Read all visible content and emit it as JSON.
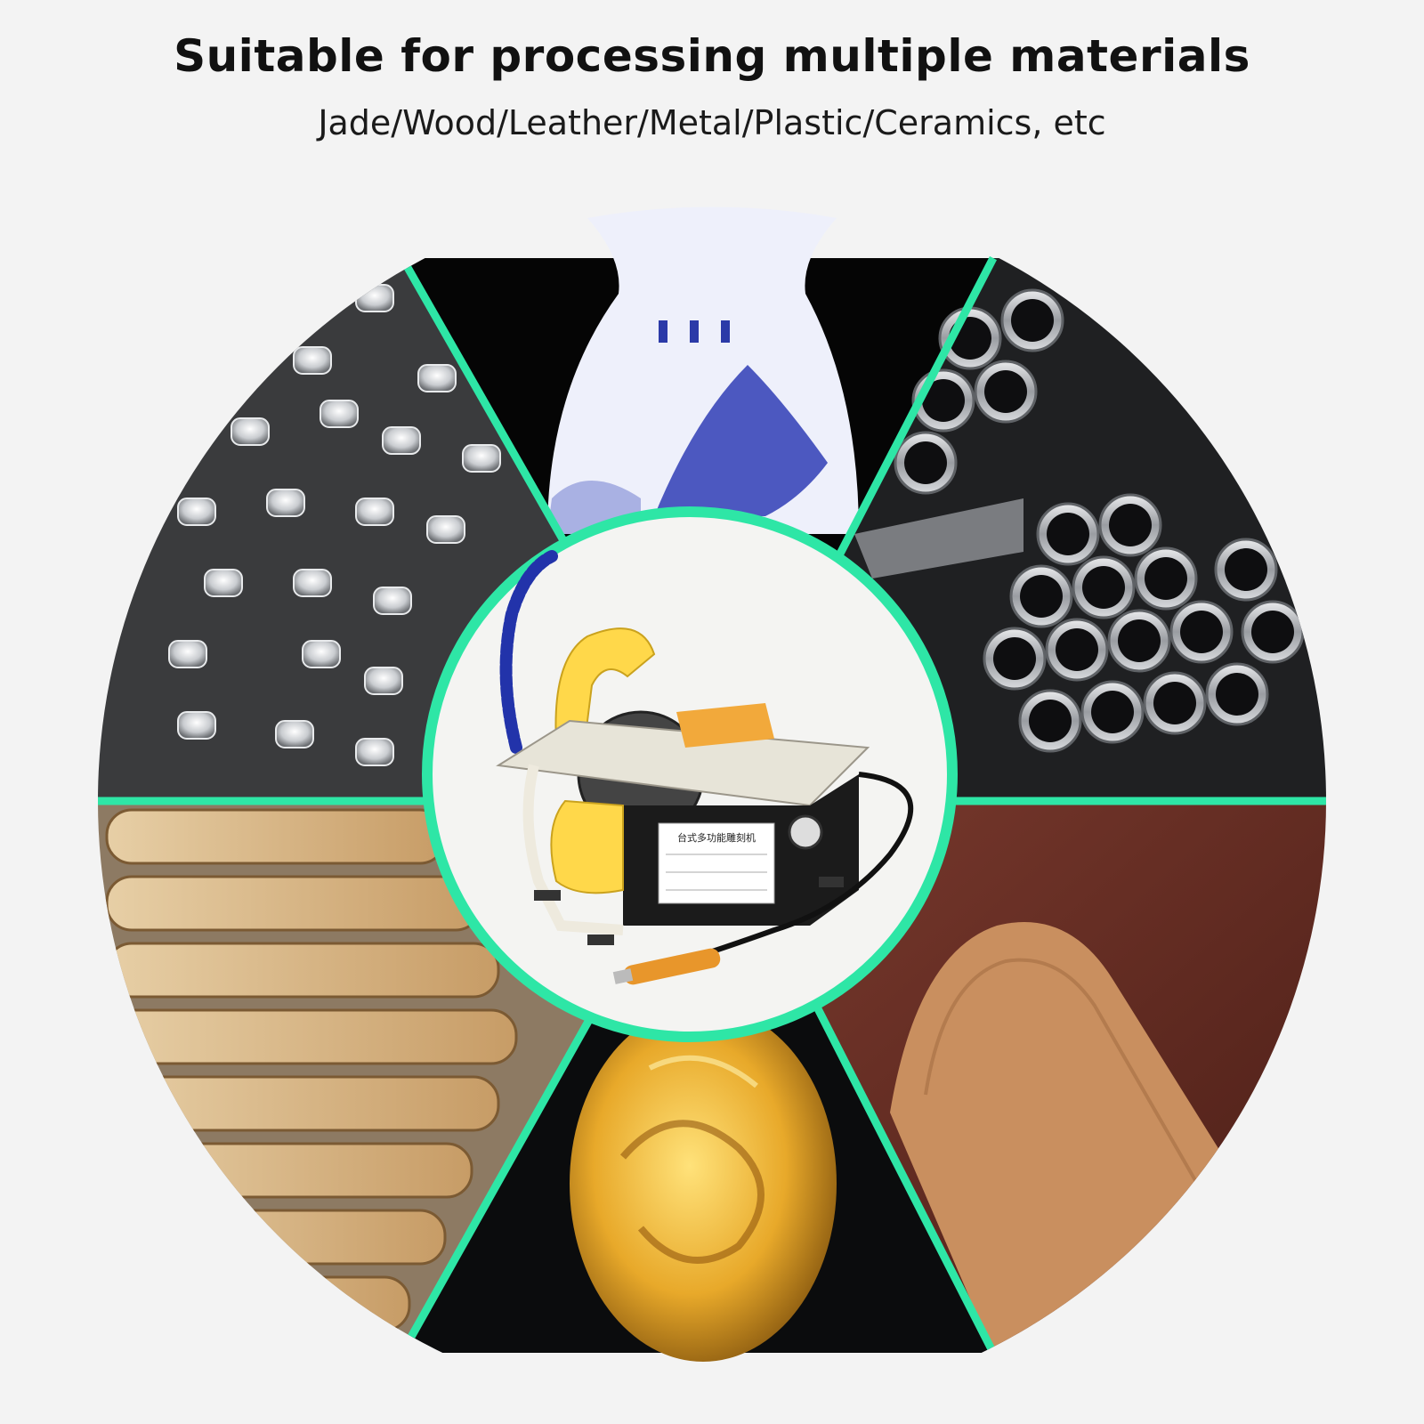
{
  "header": {
    "title": "Suitable for processing multiple materials",
    "subtitle": "Jade/Wood/Leather/Metal/Plastic/Ceramics, etc"
  },
  "colors": {
    "background": "#f3f3f3",
    "divider": "#2ee6a6",
    "accent_yellow": "#ffd84a",
    "hose_blue": "#2233aa"
  },
  "segments": [
    {
      "material": "ceramics",
      "icon": "vase-icon"
    },
    {
      "material": "metal",
      "icon": "steel-pipes-icon"
    },
    {
      "material": "leather",
      "icon": "leather-sheet-icon"
    },
    {
      "material": "jade",
      "icon": "jade-pendant-icon"
    },
    {
      "material": "wood",
      "icon": "wood-logs-icon"
    },
    {
      "material": "plastic",
      "icon": "plastic-pellets-icon"
    }
  ],
  "product": {
    "icon": "table-saw-machine-icon",
    "panel_label": "台式多功能雕刻机"
  }
}
